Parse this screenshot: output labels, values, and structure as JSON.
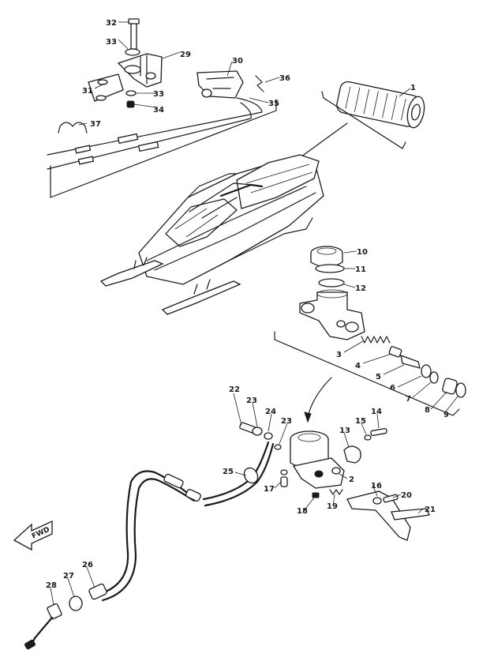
{
  "diagram": {
    "fwd_label": "FWD",
    "callouts": {
      "n1": "1",
      "n2": "2",
      "n3": "3",
      "n4": "4",
      "n5": "5",
      "n6": "6",
      "n7": "7",
      "n8": "8",
      "n9": "9",
      "n10": "10",
      "n11": "11",
      "n12": "12",
      "n13": "13",
      "n14": "14",
      "n15": "15",
      "n16": "16",
      "n17": "17",
      "n18": "18",
      "n19": "19",
      "n20": "20",
      "n21": "21",
      "n22": "22",
      "n23a": "23",
      "n23b": "23",
      "n24": "24",
      "n25": "25",
      "n26": "26",
      "n27": "27",
      "n28": "28",
      "n29": "29",
      "n30": "30",
      "n31": "31",
      "n32": "32",
      "n33a": "33",
      "n33b": "33",
      "n34": "34",
      "n35": "35",
      "n36": "36",
      "n37": "37"
    }
  }
}
